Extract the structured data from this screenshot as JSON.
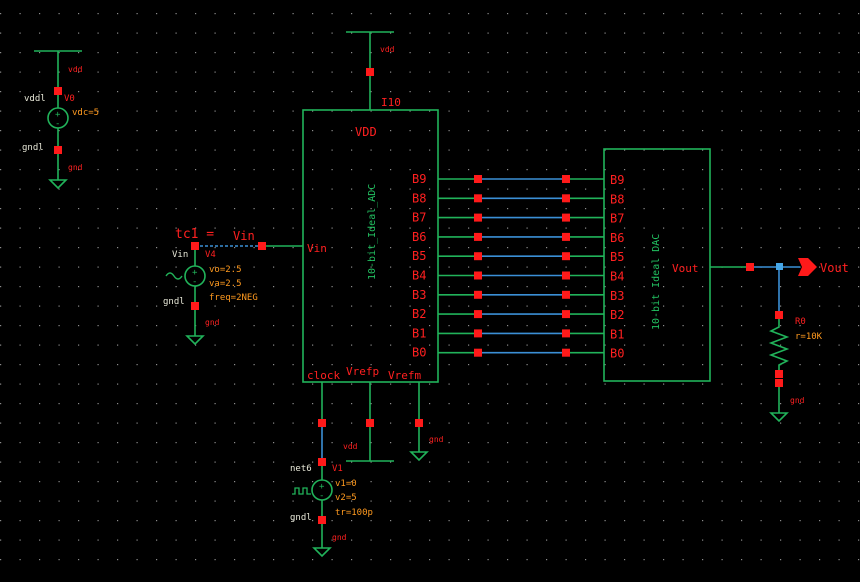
{
  "app": {
    "view": "schematic-editor",
    "background": "#000000"
  },
  "colors": {
    "wire": "#21b35a",
    "selected_wire": "#3b8fd6",
    "pin": "#ff1a1a",
    "label_red": "#ff2020",
    "param_orange": "#ff9a1f",
    "net_white": "#e8e8d8",
    "symbol_green": "#22c060"
  },
  "sources": {
    "vdc": {
      "instance": "V0",
      "net_top": "vddl",
      "net_bottom": "gndl",
      "param": "vdc=5",
      "top_label": "vdd",
      "bottom_label": "gnd"
    },
    "vsin": {
      "instance": "V4",
      "net_top": "Vin",
      "net_bottom": "gndl",
      "params": [
        "vo=2.5",
        "va=2.5",
        "freq=2NEG"
      ],
      "bottom_label": "gnd",
      "wire_label": "tc1 =",
      "wire_net": "Vin"
    },
    "vpulse": {
      "instance": "V1",
      "net_top": "net6",
      "net_bottom": "gndl",
      "params": [
        "v1=0",
        "v2=5",
        "tr=100p"
      ],
      "bottom_label": "gnd"
    }
  },
  "adc": {
    "instance": "I10",
    "title": "10-bit_Ideal_ADC",
    "supply_pin": "VDD",
    "supply_label": "vdd",
    "input_pin": "Vin",
    "bottom_pins": [
      "clock",
      "Vrefp",
      "Vrefm"
    ],
    "vrefp_label": "vdd",
    "vrefm_label": "gnd",
    "outputs": [
      "B9",
      "B8",
      "B7",
      "B6",
      "B5",
      "B4",
      "B3",
      "B2",
      "B1",
      "B0"
    ]
  },
  "dac": {
    "title": "10-bit Ideal DAC",
    "inputs": [
      "B9",
      "B8",
      "B7",
      "B6",
      "B5",
      "B4",
      "B3",
      "B2",
      "B1",
      "B0"
    ],
    "output_pin": "Vout"
  },
  "load": {
    "instance": "R0",
    "param": "r=10K",
    "bottom_label": "gnd"
  },
  "output_port": {
    "label": "Vout"
  }
}
